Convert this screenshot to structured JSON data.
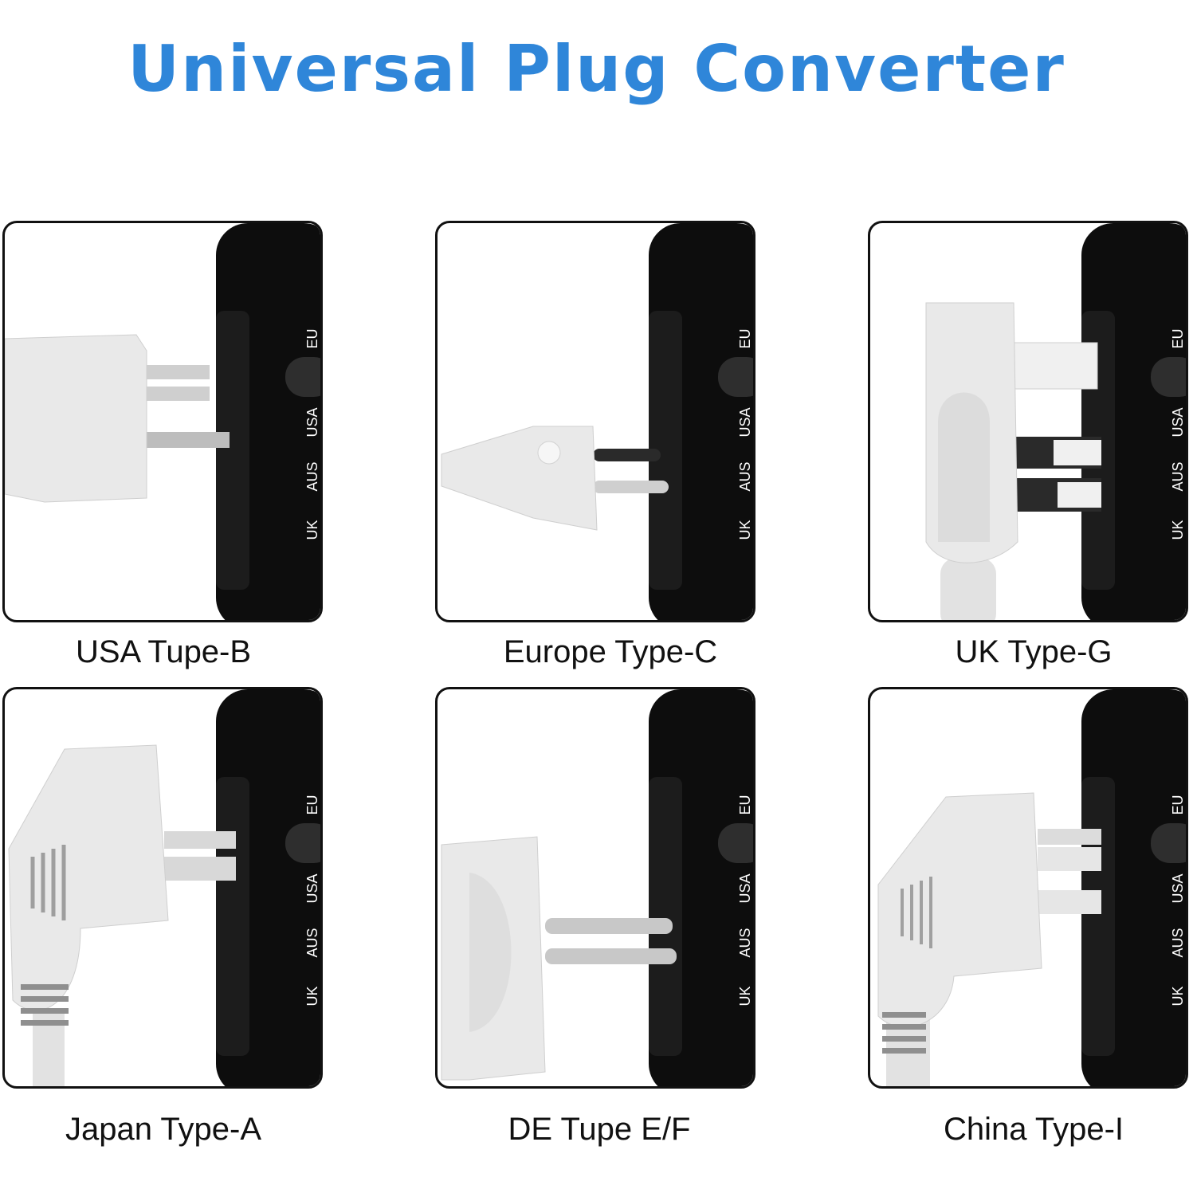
{
  "title": "Universal Plug Converter",
  "colors": {
    "title": "#2f86d9",
    "device": "#0d0d0d",
    "plug": "#e9e9e9"
  },
  "device_labels": [
    "EU",
    "USA",
    "AUS",
    "UK"
  ],
  "panels": [
    {
      "caption": "USA Tupe-B",
      "plug_icon": "us-plug-icon"
    },
    {
      "caption": "Europe Type-C",
      "plug_icon": "europe-plug-icon"
    },
    {
      "caption": "UK Type-G",
      "plug_icon": "uk-plug-icon"
    },
    {
      "caption": "Japan Type-A",
      "plug_icon": "japan-plug-icon"
    },
    {
      "caption": "DE Tupe E/F",
      "plug_icon": "de-plug-icon"
    },
    {
      "caption": "China Type-I",
      "plug_icon": "china-plug-icon"
    }
  ]
}
